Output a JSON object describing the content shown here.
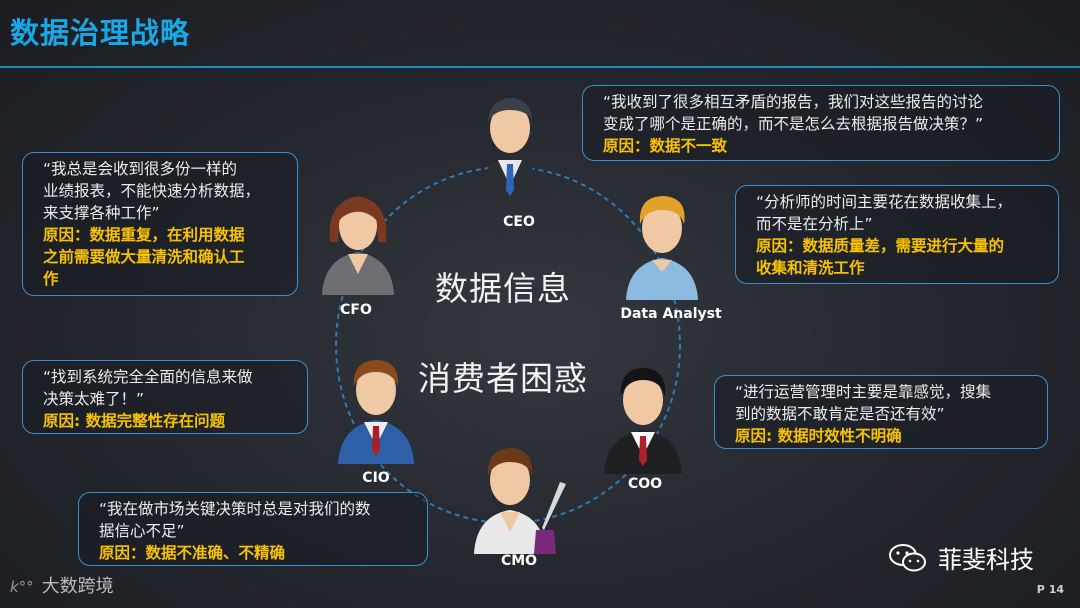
{
  "title": "数据治理战略",
  "center": {
    "line1": "数据信息",
    "line2": "消费者困惑"
  },
  "roles": {
    "ceo": "CEO",
    "cfo": "CFO",
    "analyst": "Data Analyst",
    "cio": "CIO",
    "coo": "COO",
    "cmo": "CMO"
  },
  "bubbles": {
    "ceo": {
      "quote1": "“我收到了很多相互矛盾的报告，我们对这些报告的讨论",
      "quote2": "变成了哪个是正确的，而不是怎么去根据报告做决策？”",
      "reason": "原因：数据不一致"
    },
    "cfo": {
      "quote1": "“我总是会收到很多份一样的",
      "quote2": "业绩报表，不能快速分析数据，",
      "quote3": "来支撑各种工作”",
      "reason1": "原因：数据重复，在利用数据",
      "reason2": "之前需要做大量清洗和确认工",
      "reason3": "作"
    },
    "analyst": {
      "quote1": "“分析师的时间主要花在数据收集上，",
      "quote2": "而不是在分析上”",
      "reason1": "原因：数据质量差，需要进行大量的",
      "reason2": "收集和清洗工作"
    },
    "cio": {
      "quote1": "“找到系统完全全面的信息来做",
      "quote2": "决策太难了！”",
      "reason": "原因: 数据完整性存在问题"
    },
    "coo": {
      "quote1": "“进行运营管理时主要是靠感觉，搜集",
      "quote2": "到的数据不敢肯定是否还有效”",
      "reason": "原因: 数据时效性不明确"
    },
    "cmo": {
      "quote1": "“我在做市场关键决策时总是对我们的数",
      "quote2": "据信心不足”",
      "reason": "原因：数据不准确、不精确"
    }
  },
  "footer": {
    "logo_mark": "k°°",
    "logo_text": "大数跨境",
    "brand": "菲斐科技",
    "page": "P 14"
  },
  "colors": {
    "title": "#1aa7e6",
    "border": "#3a8fcf",
    "reason": "#f7c200"
  }
}
